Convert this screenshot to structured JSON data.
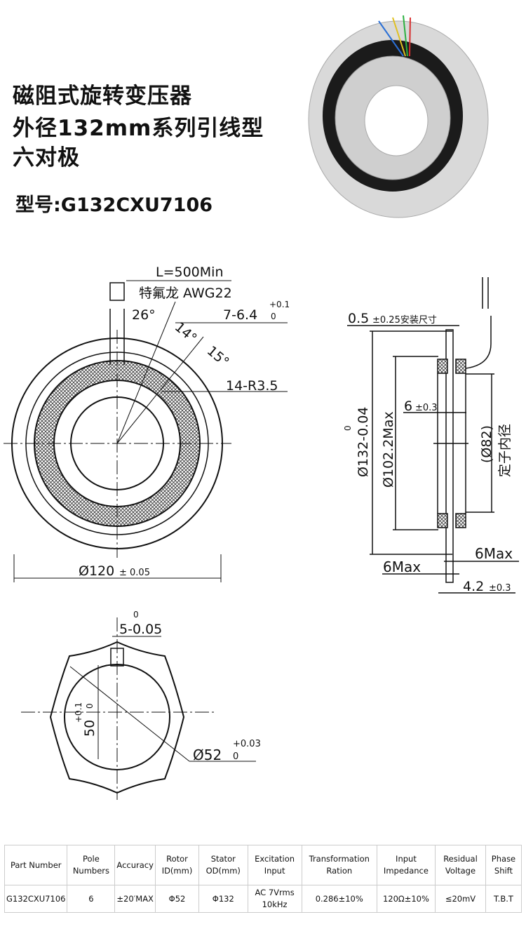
{
  "title_lines": [
    "磁阻式旋转变压器",
    "外径132mm系列引线型",
    "六对极"
  ],
  "model_label": "型号:G132CXU7106",
  "front_view": {
    "lead_length": "L=500Min",
    "wire": "特氟龙 AWG22",
    "angle_26": "26°",
    "angle_14": "14°",
    "angle_15": "15°",
    "holes": "7-6.4",
    "holes_tol_upper": "+0.1",
    "holes_tol_lower": "0",
    "radius": "14-R3.5",
    "diameter": "Ø120",
    "diameter_tol": "± 0.05"
  },
  "side_view": {
    "mount": "0.5",
    "mount_tol": "±0.25安装尺寸",
    "od": "Ø132-0.04",
    "od_tol_upper": "0",
    "max_dia": "Ø102.2Max",
    "thickness": "6",
    "thickness_tol": "±0.3",
    "stator_id": "(Ø82)",
    "stator_id_label": "定子内径",
    "max_6_right": "6Max",
    "max_6_left": "6Max",
    "width": "4.2",
    "width_tol": "±0.3"
  },
  "rotor_view": {
    "key": "5-0.05",
    "key_tol_upper": "0",
    "height": "50",
    "height_tol_upper": "+0.1",
    "height_tol_lower": "0",
    "bore": "Ø52",
    "bore_tol_upper": "+0.03",
    "bore_tol_lower": "0"
  },
  "spec_table": {
    "headers": [
      "Part Number",
      "Pole Numbers",
      "Accuracy",
      "Rotor ID(mm)",
      "Stator OD(mm)",
      "Excitation Input",
      "Transformation Ration",
      "Input Impedance",
      "Residual Voltage",
      "Phase Shift"
    ],
    "row": [
      "G132CXU7106",
      "6",
      "±20′MAX",
      "Φ52",
      "Φ132",
      "AC 7Vrms 10kHz",
      "0.286±10%",
      "120Ω±10%",
      "≤20mV",
      "T.B.T"
    ]
  }
}
